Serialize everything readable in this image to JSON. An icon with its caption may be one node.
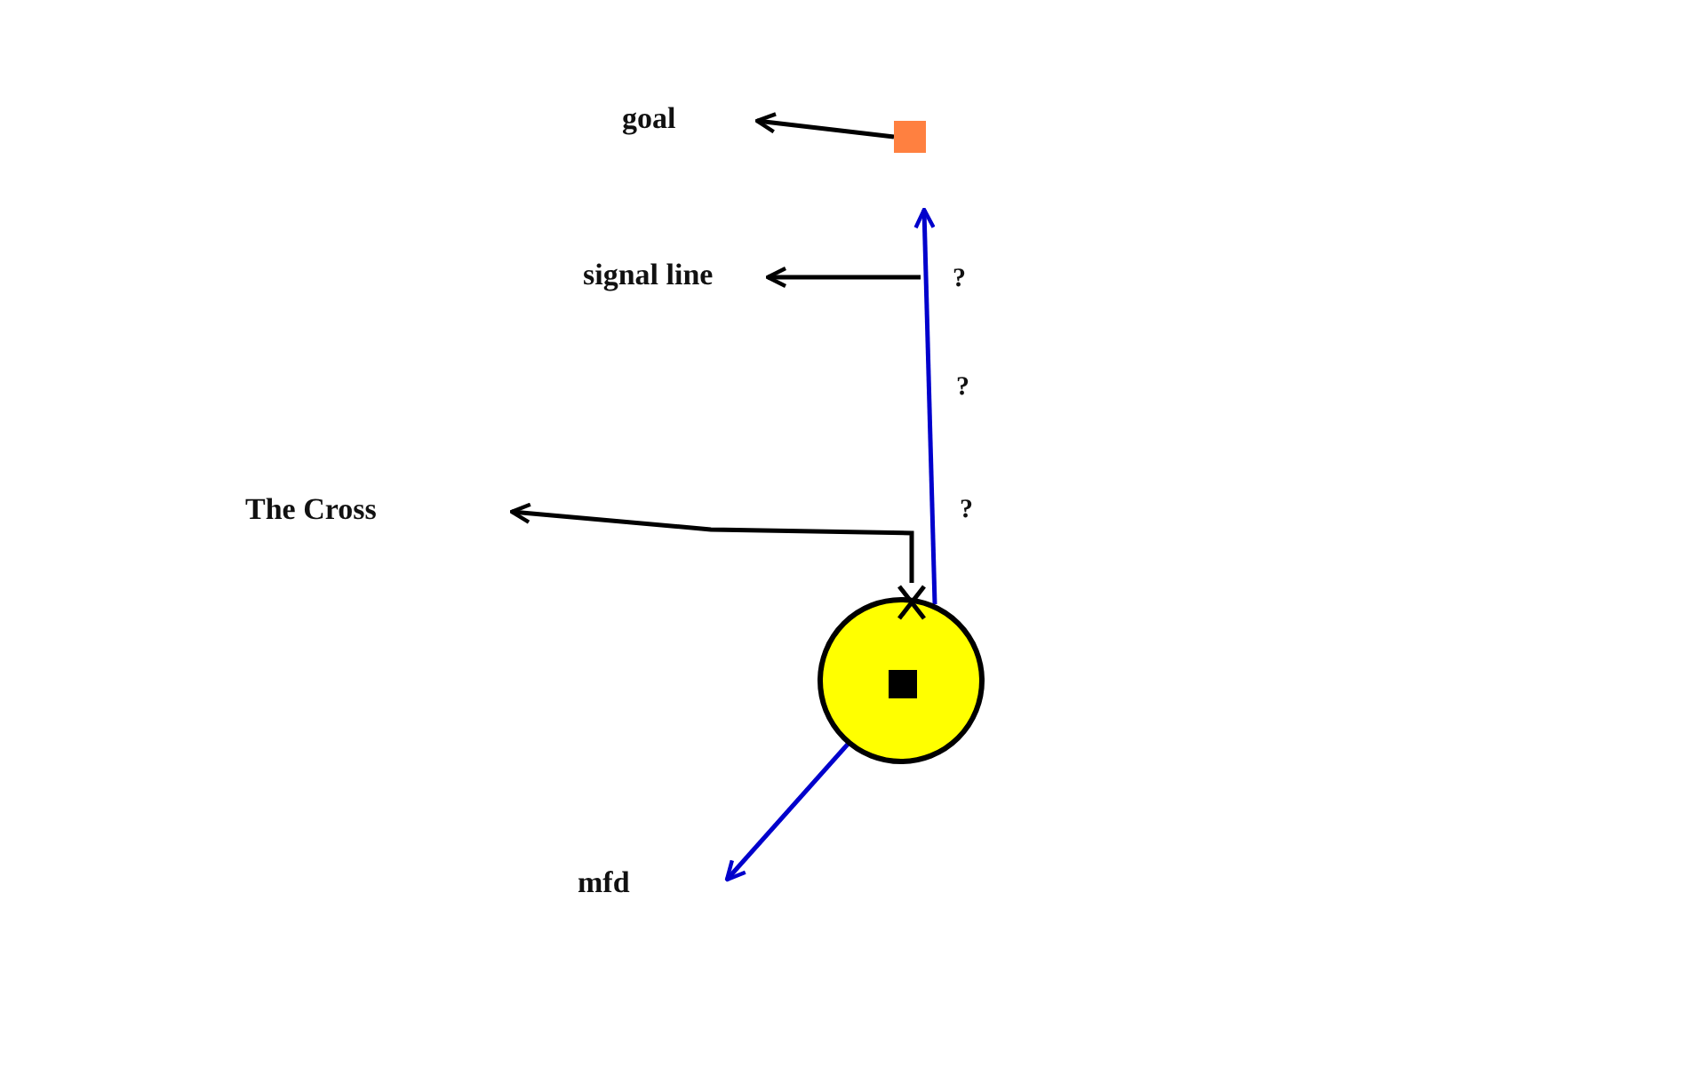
{
  "diagram": {
    "nodes": [
      {
        "text": [
          "goal"
        ]
      },
      {
        "text": [],
        "shape": "box"
      },
      {
        "text": [
          "signal line"
        ]
      },
      {
        "text": [
          "The Cross"
        ]
      },
      {
        "text": [],
        "shape": "circle"
      },
      {
        "text": [],
        "shape": "cross"
      },
      {
        "text": [],
        "shape": "box",
        "in": 4
      },
      {
        "text": [
          "mfd"
        ]
      }
    ],
    "edges": [
      {
        "from": 1,
        "to": 0,
        "arrow": "to"
      },
      {
        "from": null,
        "to": 2,
        "arrow": "to"
      },
      {
        "from": 5,
        "to": 3,
        "arrow": "to"
      },
      {
        "from": 4,
        "to": null,
        "arrow": "to",
        "color": "#0000cc"
      },
      {
        "from": 6,
        "to": 7,
        "arrow": "to",
        "color": "#0000cc"
      }
    ],
    "labels": [
      "?",
      "?",
      "?"
    ]
  }
}
